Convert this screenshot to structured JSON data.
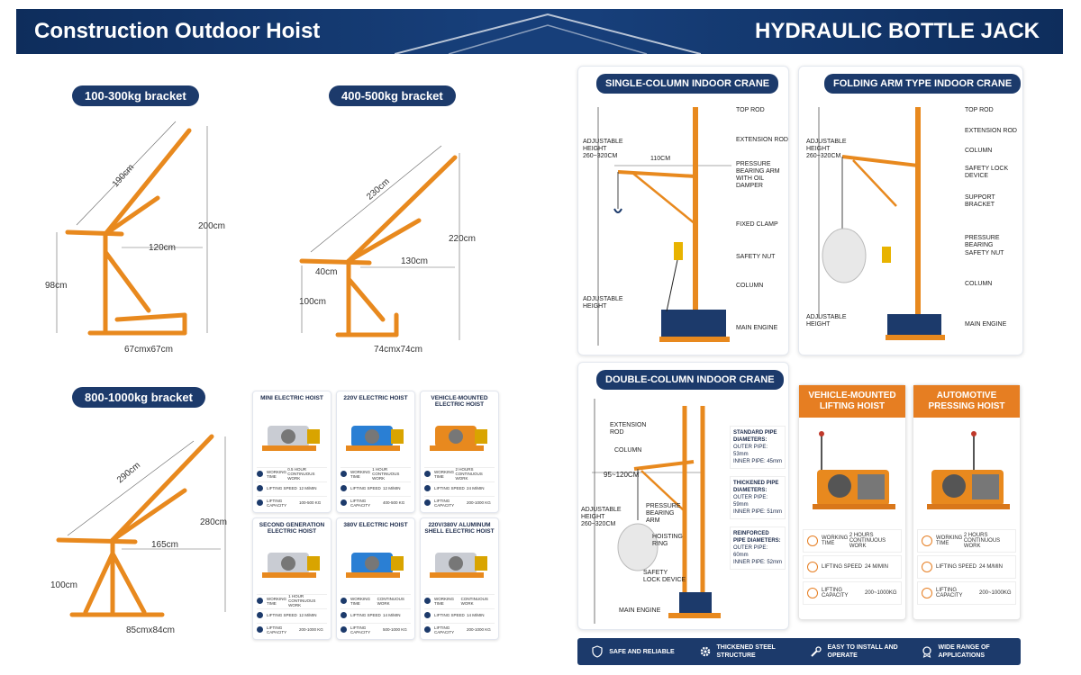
{
  "header": {
    "left": "Construction Outdoor Hoist",
    "right": "HYDRAULIC BOTTLE JACK"
  },
  "brackets": [
    {
      "label": "100-300kg bracket",
      "dims": [
        "190cm",
        "120cm",
        "200cm",
        "98cm",
        "67cmx67cm"
      ]
    },
    {
      "label": "400-500kg bracket",
      "dims": [
        "230cm",
        "40cm",
        "130cm",
        "220cm",
        "100cm",
        "74cmx74cm"
      ]
    },
    {
      "label": "800-1000kg bracket",
      "dims": [
        "290cm",
        "165cm",
        "280cm",
        "100cm",
        "85cmx84cm"
      ]
    }
  ],
  "hoists": [
    {
      "title": "MINI ELECTRIC HOIST",
      "specs": [
        [
          "WORKING TIME",
          "0.5 HOUR CONTINUOUS WORK"
        ],
        [
          "LIFTING SPEED",
          "12 M/MIN"
        ],
        [
          "LIFTING CAPACITY",
          "100-500 KG"
        ]
      ]
    },
    {
      "title": "220V ELECTRIC HOIST",
      "specs": [
        [
          "WORKING TIME",
          "1 HOUR CONTINUOUS WORK"
        ],
        [
          "LIFTING SPEED",
          "12 M/MIN"
        ],
        [
          "LIFTING CAPACITY",
          "400-500 KG"
        ]
      ]
    },
    {
      "title": "VEHICLE-MOUNTED ELECTRIC HOIST",
      "specs": [
        [
          "WORKING TIME",
          "2 HOURS CONTINUOUS WORK"
        ],
        [
          "LIFTING SPEED",
          "24 M/MIN"
        ],
        [
          "LIFTING CAPACITY",
          "200-1000 KG"
        ]
      ]
    },
    {
      "title": "SECOND GENERATION ELECTRIC HOIST",
      "specs": [
        [
          "WORKING TIME",
          "1 HOUR CONTINUOUS WORK"
        ],
        [
          "LIFTING SPEED",
          "12 M/MIN"
        ],
        [
          "LIFTING CAPACITY",
          "200-1000 KG"
        ]
      ]
    },
    {
      "title": "380V ELECTRIC HOIST",
      "specs": [
        [
          "WORKING TIME",
          "CONTINUOUS WORK"
        ],
        [
          "LIFTING SPEED",
          "14 M/MIN"
        ],
        [
          "LIFTING CAPACITY",
          "500-1000 KG"
        ]
      ]
    },
    {
      "title": "220V/380V ALUMINUM SHELL ELECTRIC HOIST",
      "specs": [
        [
          "WORKING TIME",
          "CONTINUOUS WORK"
        ],
        [
          "LIFTING SPEED",
          "14 M/MIN"
        ],
        [
          "LIFTING CAPACITY",
          "200-1000 KG"
        ]
      ]
    }
  ],
  "single": {
    "title": "SINGLE-COLUMN INDOOR CRANE",
    "adj": "ADJUSTABLE HEIGHT 260~320CM",
    "arm": "110CM",
    "adj2": "ADJUSTABLE HEIGHT",
    "labels": [
      "TOP ROD",
      "EXTENSION ROD",
      "PRESSURE BEARING ARM WITH OIL DAMPER",
      "FIXED CLAMP",
      "SAFETY NUT",
      "COLUMN",
      "MAIN ENGINE"
    ]
  },
  "folding": {
    "title": "FOLDING ARM TYPE INDOOR CRANE",
    "adj": "ADJUSTABLE HEIGHT 260~320CM",
    "adj2": "ADJUSTABLE HEIGHT",
    "labels": [
      "TOP ROD",
      "EXTENSION ROD",
      "COLUMN",
      "SAFETY LOCK DEVICE",
      "SUPPORT BRACKET",
      "PRESSURE BEARING",
      "SAFETY NUT",
      "COLUMN",
      "MAIN ENGINE"
    ]
  },
  "double": {
    "title": "DOUBLE-COLUMN INDOOR CRANE",
    "adj": "ADJUSTABLE HEIGHT 260~320CM",
    "arm": "95~120CM",
    "left": [
      "EXTENSION ROD",
      "COLUMN",
      "PRESSURE BEARING ARM",
      "HOISTING RING",
      "SAFETY LOCK DEVICE",
      "MAIN ENGINE"
    ],
    "pipes": [
      [
        "STANDARD PIPE DIAMETERS:",
        "OUTER PIPE: 53mm",
        "INNER PIPE: 45mm"
      ],
      [
        "THICKENED PIPE DIAMETERS:",
        "OUTER PIPE: 59mm",
        "INNER PIPE: 51mm"
      ],
      [
        "REINFORCED PIPE DIAMETERS:",
        "OUTER PIPE: 60mm",
        "INNER PIPE: 52mm"
      ]
    ]
  },
  "orange": [
    {
      "title": "VEHICLE-MOUNTED LIFTING HOIST",
      "specs": [
        [
          "WORKING TIME",
          "2 HOURS CONTINUOUS WORK"
        ],
        [
          "LIFTING SPEED",
          "24 M/MIN"
        ],
        [
          "LIFTING CAPACITY",
          "200~1000KG"
        ]
      ]
    },
    {
      "title": "AUTOMOTIVE PRESSING HOIST",
      "specs": [
        [
          "WORKING TIME",
          "2 HOURS CONTINUOUS WORK"
        ],
        [
          "LIFTING SPEED",
          "24 M/MIN"
        ],
        [
          "LIFTING CAPACITY",
          "200~1000KG"
        ]
      ]
    }
  ],
  "features": [
    "SAFE AND RELIABLE",
    "THICKENED STEEL STRUCTURE",
    "EASY TO INSTALL AND OPERATE",
    "WIDE RANGE OF APPLICATIONS"
  ],
  "colors": {
    "navy": "#1c3a6b",
    "orange": "#e8891e"
  }
}
